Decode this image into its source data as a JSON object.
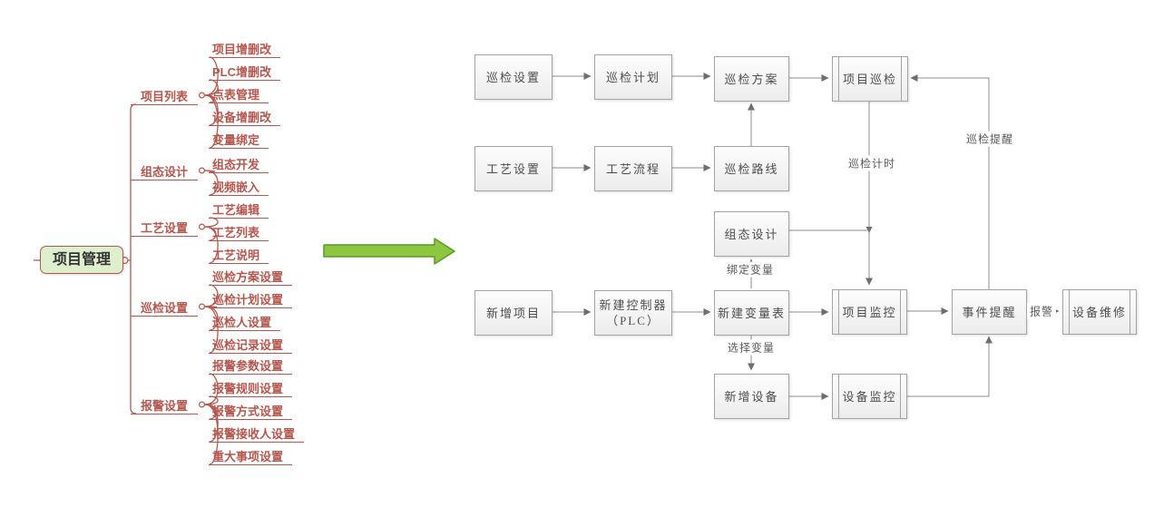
{
  "mindmap": {
    "root": {
      "label": "项目管理"
    },
    "branches": [
      {
        "label": "项目列表",
        "children": [
          "项目增删改",
          "PLC增删改",
          "点表管理",
          "设备增删改",
          "变量绑定"
        ]
      },
      {
        "label": "组态设计",
        "children": [
          "组态开发",
          "视频嵌入"
        ]
      },
      {
        "label": "工艺设置",
        "children": [
          "工艺编辑",
          "工艺列表",
          "工艺说明"
        ]
      },
      {
        "label": "巡检设置",
        "children": [
          "巡检方案设置",
          "巡检计划设置",
          "巡检人设置",
          "巡检记录设置"
        ]
      },
      {
        "label": "报警设置",
        "children": [
          "报警参数设置",
          "报警规则设置",
          "报警方式设置",
          "报警接收人设置",
          "重大事项设置"
        ]
      }
    ],
    "colors": {
      "branch": "#b5574e",
      "root_fill": "#ddefcd",
      "root_border": "#b5574e"
    }
  },
  "transform_arrow": {
    "name": "green-right-arrow",
    "fill": "#8dc63f",
    "border": "#5d9926"
  },
  "flowchart": {
    "boxes": [
      {
        "id": "inspect-settings",
        "label": "巡检设置"
      },
      {
        "id": "inspect-plan",
        "label": "巡检计划"
      },
      {
        "id": "inspect-scheme",
        "label": "巡检方案"
      },
      {
        "id": "project-inspect",
        "label": "项目巡检"
      },
      {
        "id": "process-settings",
        "label": "工艺设置"
      },
      {
        "id": "process-flow",
        "label": "工艺流程"
      },
      {
        "id": "inspect-route",
        "label": "巡检路线"
      },
      {
        "id": "config-design",
        "label": "组态设计"
      },
      {
        "id": "new-project",
        "label": "新增项目"
      },
      {
        "id": "new-plc",
        "label": "新建控制器\n（PLC）"
      },
      {
        "id": "new-var-table",
        "label": "新建变量表"
      },
      {
        "id": "project-monitor",
        "label": "项目监控"
      },
      {
        "id": "event-remind",
        "label": "事件提醒"
      },
      {
        "id": "device-repair",
        "label": "设备维修"
      },
      {
        "id": "new-device",
        "label": "新增设备"
      },
      {
        "id": "device-monitor",
        "label": "设备监控"
      }
    ],
    "edge_labels": {
      "inspect_timing": "巡检计时",
      "inspect_remind": "巡检提醒",
      "bind_variable": "绑定变量",
      "select_variable": "选择变量",
      "alarm": "报警"
    },
    "edges": [
      {
        "from": "inspect-settings",
        "to": "inspect-plan"
      },
      {
        "from": "inspect-plan",
        "to": "inspect-scheme"
      },
      {
        "from": "inspect-scheme",
        "to": "project-inspect"
      },
      {
        "from": "process-settings",
        "to": "process-flow"
      },
      {
        "from": "process-flow",
        "to": "inspect-route"
      },
      {
        "from": "inspect-route",
        "to": "inspect-scheme"
      },
      {
        "from": "project-inspect",
        "to": "project-monitor",
        "label": "巡检计时"
      },
      {
        "from": "config-design",
        "to": "project-monitor"
      },
      {
        "from": "new-var-table",
        "to": "config-design",
        "label": "绑定变量"
      },
      {
        "from": "new-project",
        "to": "new-plc"
      },
      {
        "from": "new-plc",
        "to": "new-var-table"
      },
      {
        "from": "new-var-table",
        "to": "project-monitor"
      },
      {
        "from": "new-var-table",
        "to": "new-device",
        "label": "选择变量"
      },
      {
        "from": "project-monitor",
        "to": "event-remind"
      },
      {
        "from": "event-remind",
        "to": "device-repair",
        "label": "报警"
      },
      {
        "from": "event-remind",
        "to": "project-inspect",
        "label": "巡检提醒"
      },
      {
        "from": "new-device",
        "to": "device-monitor"
      },
      {
        "from": "device-monitor",
        "to": "event-remind"
      }
    ],
    "colors": {
      "line": "#8c8c8c",
      "box_border": "#a3a3a3",
      "text": "#4d4d4d"
    }
  }
}
